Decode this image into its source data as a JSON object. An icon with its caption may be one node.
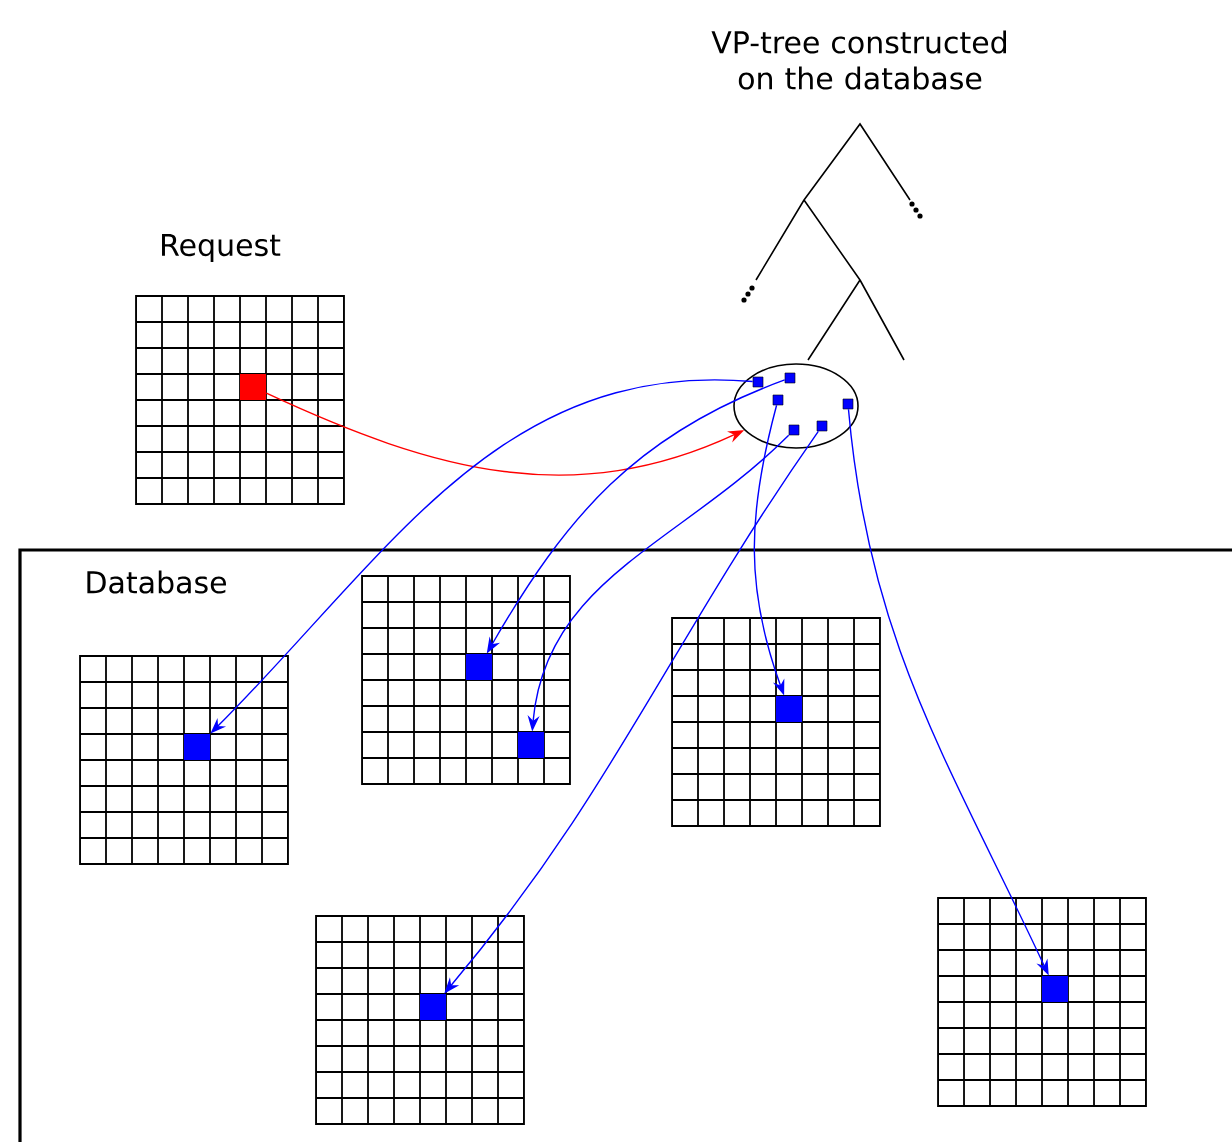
{
  "diagram": {
    "nodes": [
      {
        "text": [
          "Request"
        ]
      },
      {
        "text": [],
        "shape": "box",
        "in": 0
      },
      {
        "text": [],
        "shape": "ellipse"
      },
      {
        "text": [],
        "shape": "box",
        "in": 2
      },
      {
        "text": [],
        "shape": "box",
        "in": 2
      },
      {
        "text": [],
        "shape": "box",
        "in": 2
      },
      {
        "text": [],
        "shape": "box",
        "in": 2
      },
      {
        "text": [],
        "shape": "box",
        "in": 2
      },
      {
        "text": [],
        "shape": "box",
        "in": 2
      },
      {
        "text": [
          "Database"
        ]
      },
      {
        "text": [],
        "shape": "grid",
        "in": 9
      },
      {
        "text": [],
        "shape": "box",
        "in": 10
      },
      {
        "text": [],
        "shape": "grid",
        "in": 9
      },
      {
        "text": [],
        "shape": "box",
        "in": 12
      },
      {
        "text": [],
        "shape": "grid",
        "in": 9
      },
      {
        "text": [],
        "shape": "box",
        "in": 14
      },
      {
        "text": [],
        "shape": "box",
        "in": 14
      },
      {
        "text": [],
        "shape": "grid",
        "in": 9
      },
      {
        "text": [],
        "shape": "box",
        "in": 17
      },
      {
        "text": [],
        "shape": "grid",
        "in": 9
      },
      {
        "text": [],
        "shape": "box",
        "in": 19
      }
    ],
    "edges": [
      {
        "from": 1,
        "to": 2,
        "arrow": "to",
        "color": "#ff0000"
      },
      {
        "from": 3,
        "to": 11,
        "arrow": "to"
      },
      {
        "from": 5,
        "to": 15,
        "arrow": "to"
      },
      {
        "from": 4,
        "to": 18,
        "arrow": "to"
      },
      {
        "from": 6,
        "to": 16,
        "arrow": "to"
      },
      {
        "from": 7,
        "to": 13,
        "arrow": "to"
      },
      {
        "from": 8,
        "to": 20,
        "arrow": "to"
      }
    ],
    "labels": [
      "VP-tree constructed on the database"
    ]
  }
}
